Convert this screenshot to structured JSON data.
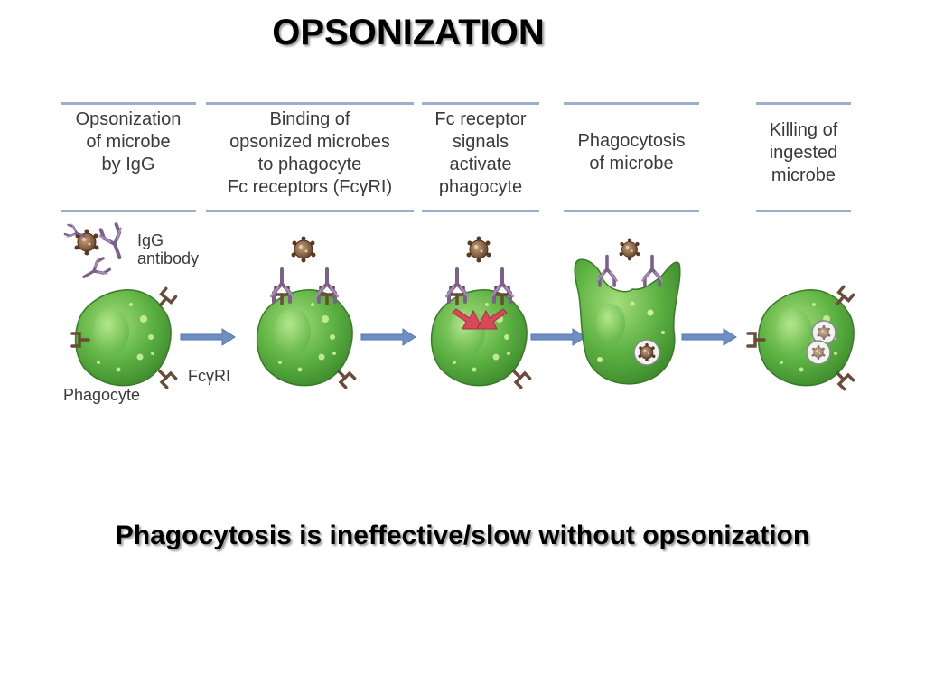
{
  "title": "OPSONIZATION",
  "stages": [
    {
      "label": "Opsonization\nof microbe\nby IgG"
    },
    {
      "label": "Binding of\nopsonized microbes\nto phagocyte\nFc receptors (FcγRI)"
    },
    {
      "label": "Fc receptor\nsignals\nactivate\nphagocyte"
    },
    {
      "label": "Phagocytosis\nof microbe"
    },
    {
      "label": "Killing of\ningested\nmicrobe"
    }
  ],
  "labels": {
    "igg": "IgG\nantibody",
    "fcr": "FcγRI",
    "phagocyte": "Phagocyte"
  },
  "caption": "Phagocytosis is ineffective/slow without opsonization",
  "colors": {
    "cell_green": "#4ea83a",
    "cell_light": "#8fd16a",
    "arrow_blue": "#6f8fc4",
    "antibody_purple": "#8a6f96",
    "receptor_brown": "#6b4a3a",
    "microbe_brown": "#7a5a3a",
    "activation_red": "#d8475a",
    "header_rule": "#9bb0d1"
  }
}
